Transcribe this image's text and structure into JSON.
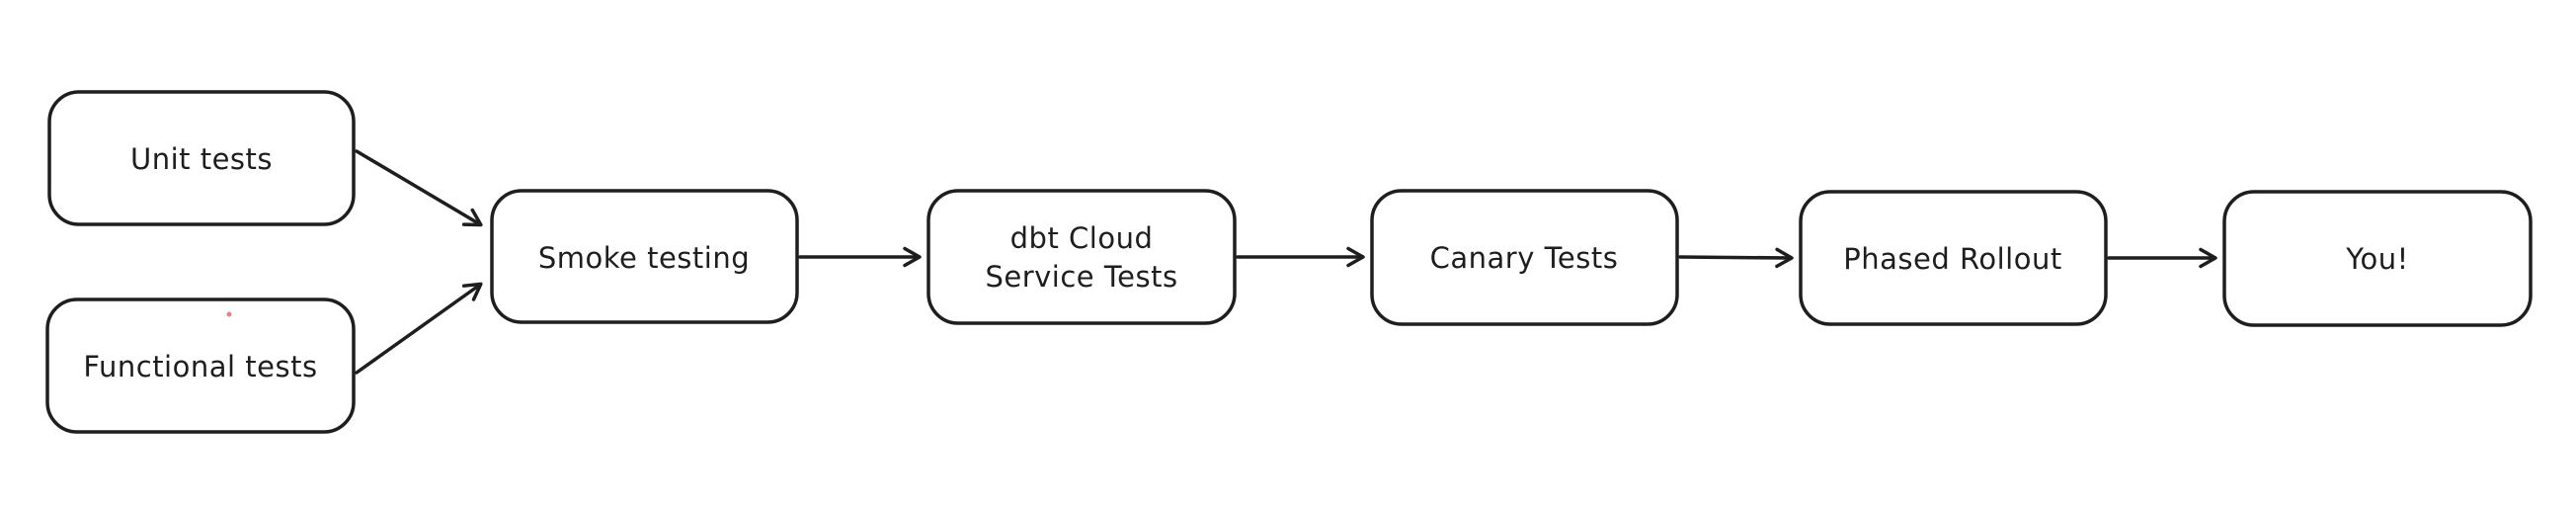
{
  "diagram": {
    "type": "flowchart",
    "style": "hand-drawn",
    "background_color": "#ffffff",
    "stroke_color": "#1e1e1e",
    "text_color": "#1e1e1e",
    "node_fill_color": "#ffffff",
    "artifact_dot_color": "#e06c6c",
    "nodes": [
      {
        "id": "unit-tests",
        "lines": [
          "Unit tests"
        ]
      },
      {
        "id": "functional-tests",
        "lines": [
          "Functional tests"
        ]
      },
      {
        "id": "smoke-testing",
        "lines": [
          "Smoke testing"
        ]
      },
      {
        "id": "dbt-cloud-service-tests",
        "lines": [
          "dbt Cloud",
          "Service Tests"
        ]
      },
      {
        "id": "canary-tests",
        "lines": [
          "Canary Tests"
        ]
      },
      {
        "id": "phased-rollout",
        "lines": [
          "Phased Rollout"
        ]
      },
      {
        "id": "you",
        "lines": [
          "You!"
        ]
      }
    ],
    "edges": [
      {
        "from": "unit-tests",
        "to": "smoke-testing"
      },
      {
        "from": "functional-tests",
        "to": "smoke-testing"
      },
      {
        "from": "smoke-testing",
        "to": "dbt-cloud-service-tests"
      },
      {
        "from": "dbt-cloud-service-tests",
        "to": "canary-tests"
      },
      {
        "from": "canary-tests",
        "to": "phased-rollout"
      },
      {
        "from": "phased-rollout",
        "to": "you"
      }
    ]
  }
}
